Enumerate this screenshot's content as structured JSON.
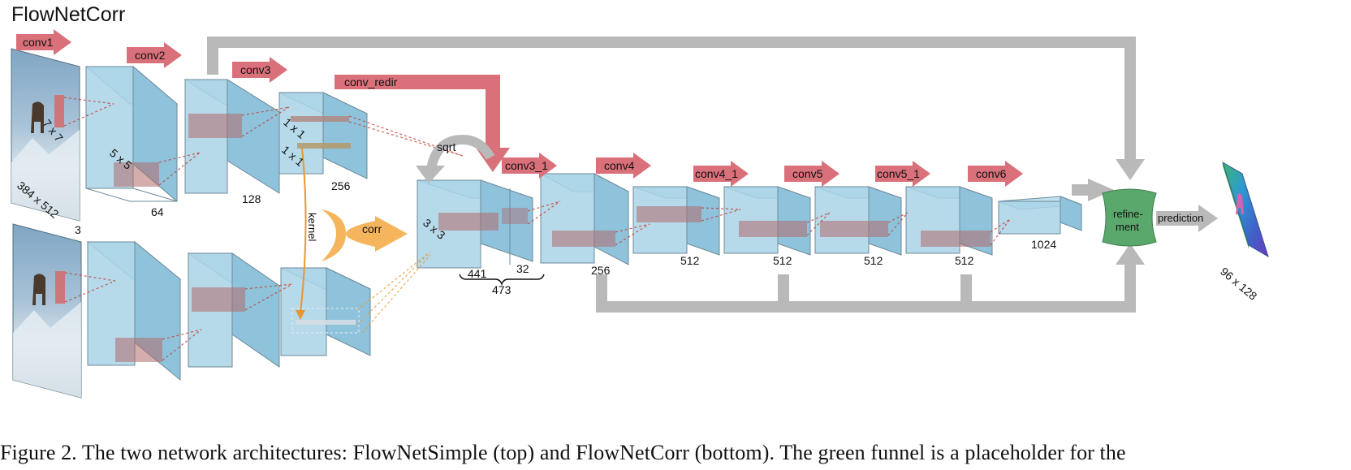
{
  "title": "FlowNetCorr",
  "caption": "Figure 2. The two network architectures: FlowNetSimple (top) and FlowNetCorr (bottom). The green funnel is a placeholder for the",
  "colors": {
    "block_fill": "#a9d3e6",
    "block_face": "#9ccbe0",
    "block_stroke": "#6e8a99",
    "arrow_red": "#d9707a",
    "arrow_gray": "#b9b9b9",
    "arrow_orange": "#f5b55c",
    "refine_green": "#5aa86c",
    "kernel_line": "#e9962f"
  },
  "stages": {
    "conv1": "conv1",
    "conv2": "conv2",
    "conv3": "conv3",
    "conv_redir": "conv_redir",
    "conv3_1": "conv3_1",
    "conv4": "conv4",
    "conv4_1": "conv4_1",
    "conv5": "conv5",
    "conv5_1": "conv5_1",
    "conv6": "conv6"
  },
  "kernels": {
    "k7": "7 x 7",
    "k5": "5 x 5",
    "k1a": "1 x 1",
    "k1b": "1 x 1",
    "k3": "3 x 3"
  },
  "dims": {
    "input": "384 x 512",
    "input_channels": "3",
    "c64": "64",
    "c128": "128",
    "c256a": "256",
    "c441": "441",
    "c32": "32",
    "c473": "473",
    "c256b": "256",
    "c512a": "512",
    "c512b": "512",
    "c512c": "512",
    "c512d": "512",
    "c1024": "1024",
    "output": "96 x 128"
  },
  "ops": {
    "sqrt": "sqrt",
    "kernel": "kernel",
    "corr": "corr",
    "refinement_line1": "refine-",
    "refinement_line2": "ment",
    "prediction": "prediction"
  }
}
